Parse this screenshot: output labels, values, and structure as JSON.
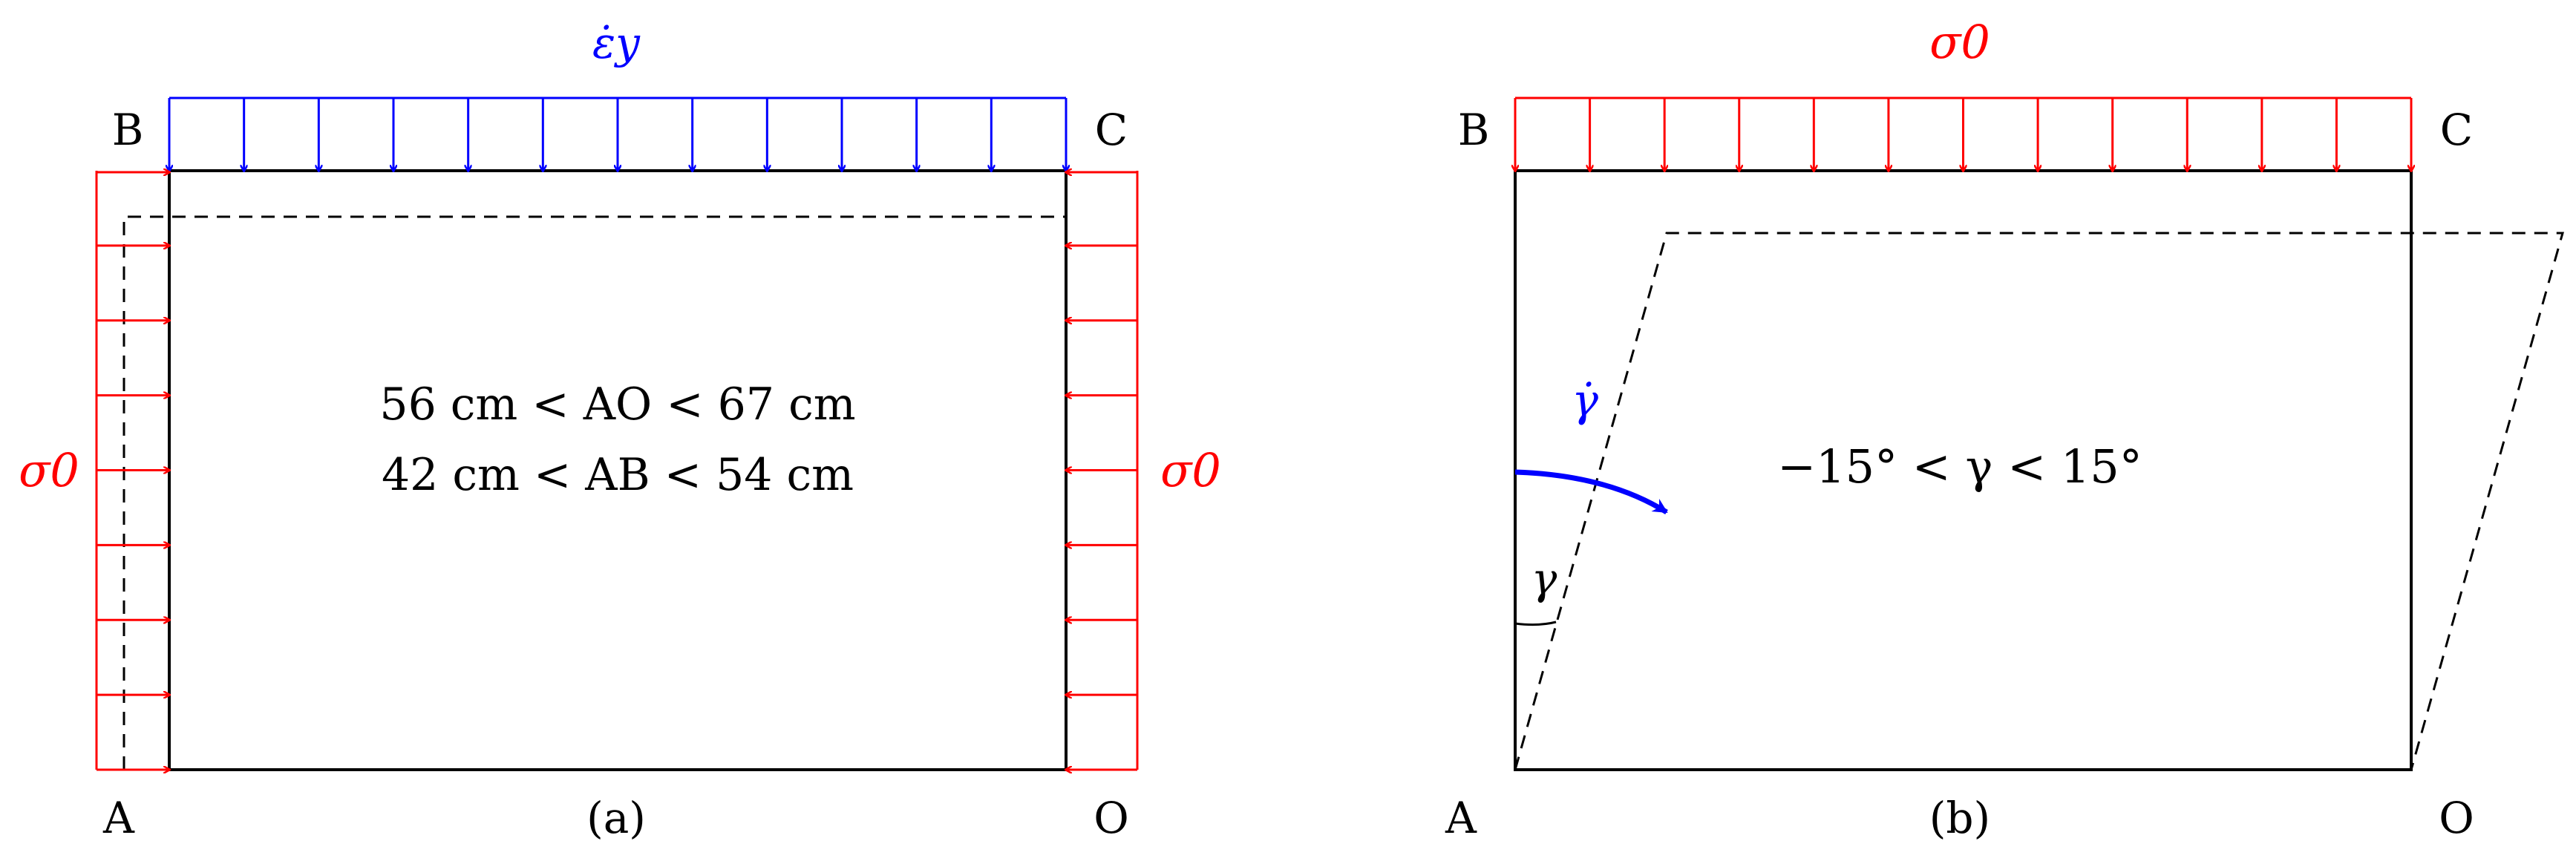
{
  "panel_a": {
    "caption": "(a)",
    "top_load_label": "ε̇y",
    "left_load_label": "σ0",
    "right_load_label": "σ0",
    "corners": {
      "tl": "B",
      "tr": "C",
      "bl": "A",
      "br": "O"
    },
    "range_line_1": "56 cm < AO < 67 cm",
    "range_line_2": "42 cm < AB < 54 cm"
  },
  "panel_b": {
    "caption": "(b)",
    "top_load_label": "σ0",
    "rate_label": "γ̇",
    "angle_label": "γ",
    "range_line": "−15° < γ < 15°",
    "corners": {
      "tl": "B",
      "tr": "C",
      "bl": "A",
      "br": "O"
    }
  },
  "colors": {
    "outline": "#000000",
    "blue": "#0000ff",
    "red": "#ff0000"
  }
}
